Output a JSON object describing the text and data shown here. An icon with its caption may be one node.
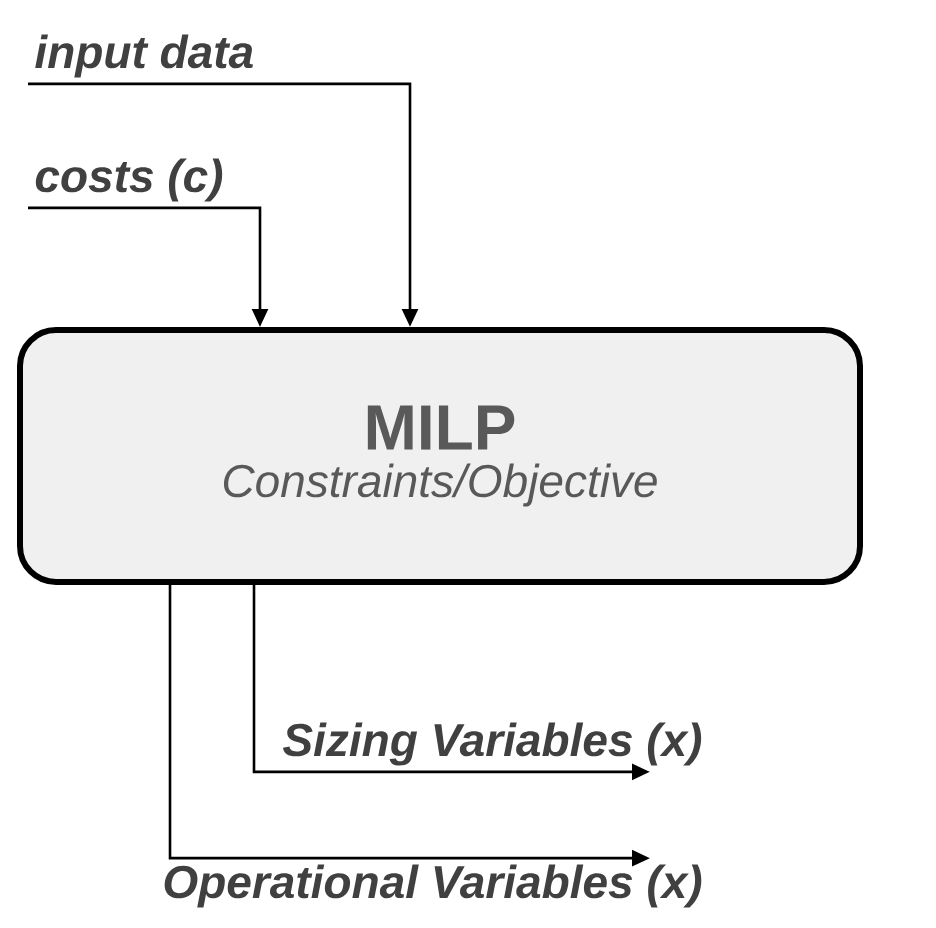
{
  "diagram": {
    "nodes": [
      {
        "text": [
          "input data"
        ]
      },
      {
        "text": [
          "costs (c)"
        ]
      },
      {
        "text": [
          "MILP",
          "Constraints/Objective"
        ]
      },
      {
        "text": [
          "Sizing Variables (x)"
        ]
      },
      {
        "text": [
          "Operational Variables (x)"
        ]
      }
    ],
    "edges": [
      {
        "from": 0,
        "to": 2,
        "arrow": "to"
      },
      {
        "from": 1,
        "to": 2,
        "arrow": "to"
      },
      {
        "from": 2,
        "to": 3,
        "arrow": "to"
      },
      {
        "from": 2,
        "to": 4,
        "arrow": "to"
      }
    ]
  }
}
